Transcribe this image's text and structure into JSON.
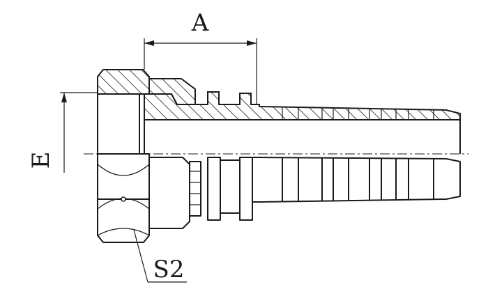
{
  "labels": {
    "dim_a": "A",
    "dim_e": "E",
    "dim_s2": "S2"
  },
  "colors": {
    "line": "#1a1a1a",
    "background": "#ffffff"
  }
}
